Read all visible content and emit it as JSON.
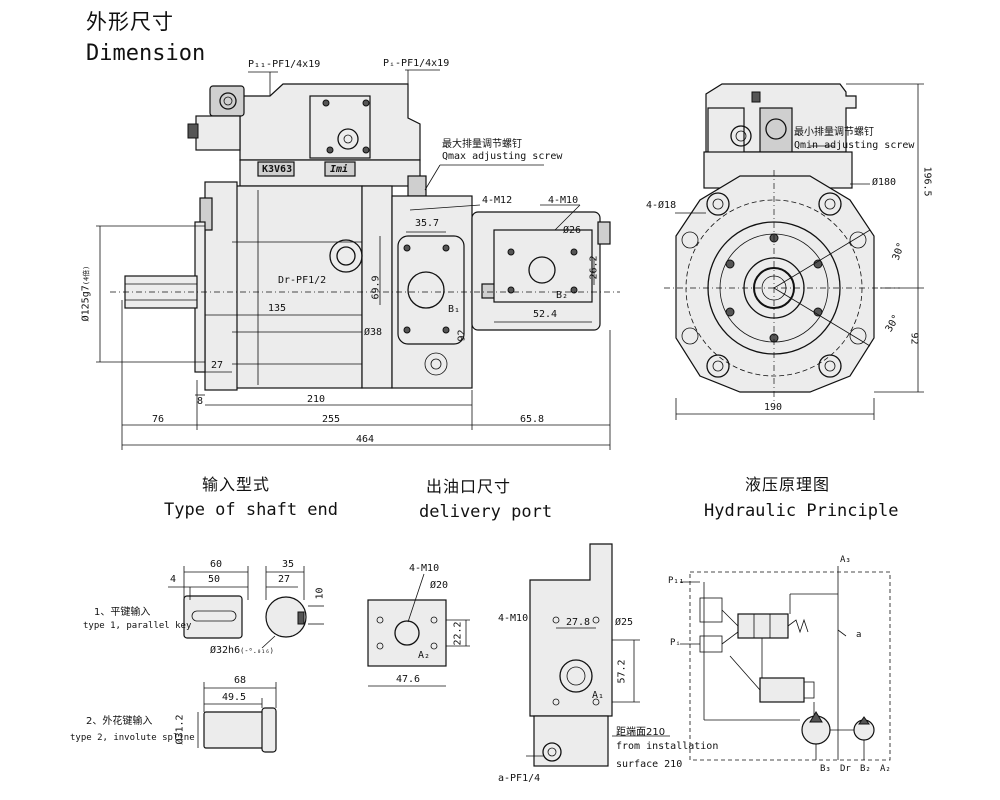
{
  "header": {
    "title_cn": "外形尺寸",
    "title_en": "Dimension"
  },
  "main_view": {
    "ports": {
      "pn": "P₁₁-PF1/4x19",
      "pi": "Pᵢ-PF1/4x19",
      "dr": "Dr-PF1/2"
    },
    "qmax_cn": "最大排量调节螺钉",
    "qmax_en": "Qmax adjusting screw",
    "nameplate": "K3V63",
    "logo": "Imi",
    "bolts_b1": "4-M12",
    "bolts_b2": "4-M10",
    "port_b1": "B₁",
    "port_b2": "B₂",
    "shaft_dia": "Ø125g7",
    "shaft_dia_note": "(4倍)",
    "dims": {
      "d35_7": "35.7",
      "d26": "Ø26",
      "d26_2": "26.2",
      "d52_4": "52.4",
      "d69_9": "69.9",
      "d92": "92",
      "d38": "Ø38",
      "d135": "135",
      "d27": "27",
      "d8": "8",
      "d210": "210",
      "d76": "76",
      "d255": "255",
      "d65_8": "65.8",
      "d464": "464"
    }
  },
  "side_view": {
    "qmin_cn": "最小排量调节螺钉",
    "qmin_en": "Qmin adjusting screw",
    "holes": "4-Ø18",
    "pcd": "Ø180",
    "h196_5": "196.5",
    "a30a": "30°",
    "a30b": "30°",
    "h92": "92",
    "w190": "190"
  },
  "shaft_section": {
    "title_cn": "输入型式",
    "title_en": "Type of shaft end",
    "type1_cn": "1、平键输入",
    "type1_en": "type 1, parallel key",
    "type2_cn": "2、外花键输入",
    "type2_en": "type 2, involute spline",
    "d60": "60",
    "d4": "4",
    "d50": "50",
    "d35": "35",
    "d27": "27",
    "d10": "10",
    "key_dia": "Ø32h6",
    "key_dia_tol": "(-⁰.₀₁₆)",
    "d68": "68",
    "d49_5": "49.5",
    "spline_dia": "Ø31.2"
  },
  "delivery_section": {
    "title_cn": "出油口尺寸",
    "title_en": "delivery port",
    "bolts": "4-M10",
    "dia": "Ø20",
    "d22_2": "22.2",
    "port": "A₂",
    "d47_6": "47.6",
    "side_bolts": "4-M10",
    "d27_8": "27.8",
    "side_dia": "Ø25",
    "d57_2": "57.2",
    "side_port": "A₁",
    "dist_cn": "距端面210",
    "dist_en_1": "from installation",
    "dist_en_2": "surface 210",
    "a_port": "a-PF1/4"
  },
  "hydraulic_section": {
    "title_cn": "液压原理图",
    "title_en": "Hydraulic  Principle",
    "labels": {
      "a3": "A₃",
      "pn": "P₁₁",
      "pi": "Pᵢ",
      "a": "a",
      "b3": "B₃",
      "dr": "Dr",
      "b2": "B₂",
      "a2": "A₂"
    }
  }
}
